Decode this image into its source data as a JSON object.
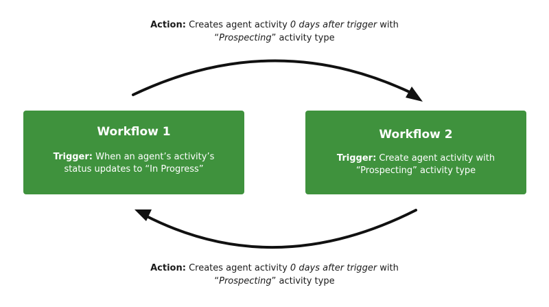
{
  "top_action": {
    "label": "Action:",
    "text_1": " Creates agent activity ",
    "italic_1": "0 days after trigger",
    "text_2": " with “",
    "italic_2": "Prospecting",
    "text_3": "” activity type"
  },
  "workflow_1": {
    "title": "Workflow 1",
    "trigger_label": "Trigger:",
    "trigger_text": " When an agent’s activity’s status updates to “In Progress”"
  },
  "workflow_2": {
    "title": "Workflow 2",
    "trigger_label": "Trigger:",
    "trigger_text": " Create agent activity with “Prospecting” activity type"
  },
  "bottom_action": {
    "label": "Action:",
    "text_1": " Creates agent activity ",
    "italic_1": "0 days after trigger",
    "text_2": " with “",
    "italic_2": "Prospecting",
    "text_3": "” activity type"
  },
  "colors": {
    "box_fill": "#3f923d",
    "box_text": "#ffffff",
    "arrow": "#111111"
  }
}
